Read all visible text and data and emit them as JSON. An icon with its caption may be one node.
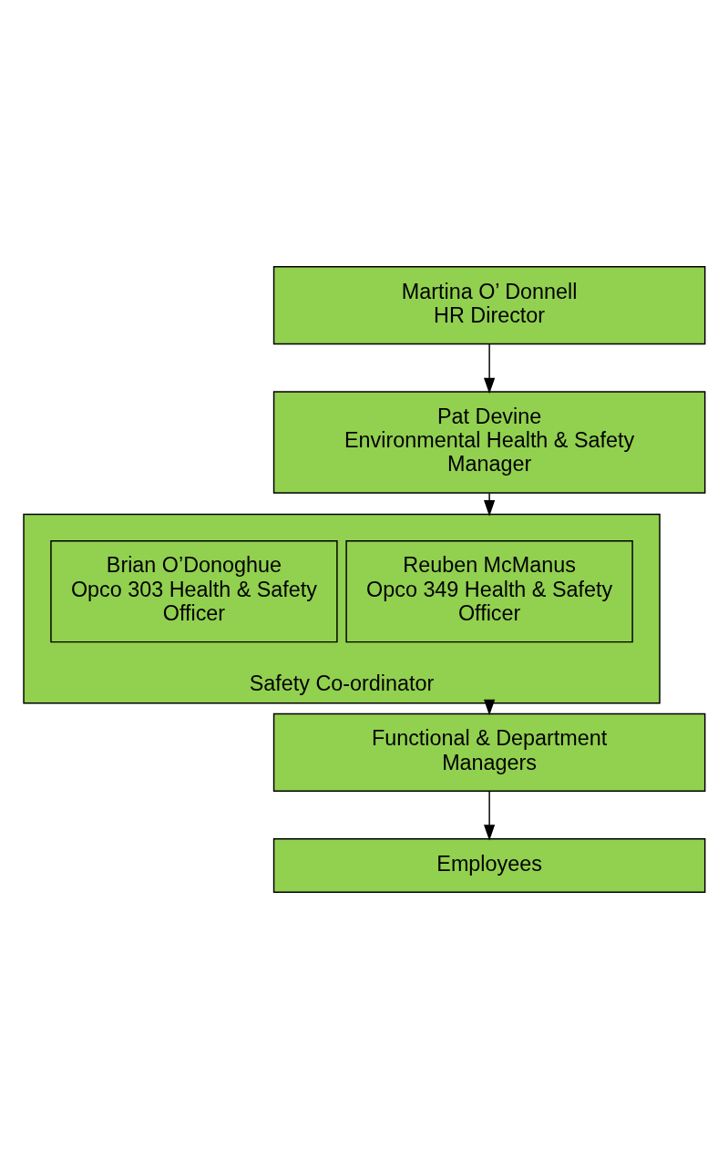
{
  "diagram": {
    "nodes": [
      {
        "text": [
          "Martina O’ Donnell",
          "HR Director"
        ]
      },
      {
        "text": [
          "Pat Devine",
          "Environmental Health & Safety Manager"
        ]
      },
      {
        "text": [
          "Safety Co-ordinator"
        ]
      },
      {
        "text": [
          "Reuben McManus",
          "Opco 349 Health & Safety Officer"
        ],
        "in": 2
      },
      {
        "text": [
          "Brian O’Donoghue",
          "Opco 303 Health & Safety Officer"
        ],
        "in": 2
      },
      {
        "text": [
          "Functional & Department Managers"
        ]
      },
      {
        "text": [
          "Employees"
        ]
      }
    ],
    "edges": [
      {
        "from": 0,
        "to": 1,
        "arrow": "to"
      },
      {
        "from": 1,
        "to": 2,
        "arrow": "to"
      },
      {
        "from": 2,
        "to": 5,
        "arrow": "to"
      },
      {
        "from": 5,
        "to": 6,
        "arrow": "to"
      }
    ]
  }
}
